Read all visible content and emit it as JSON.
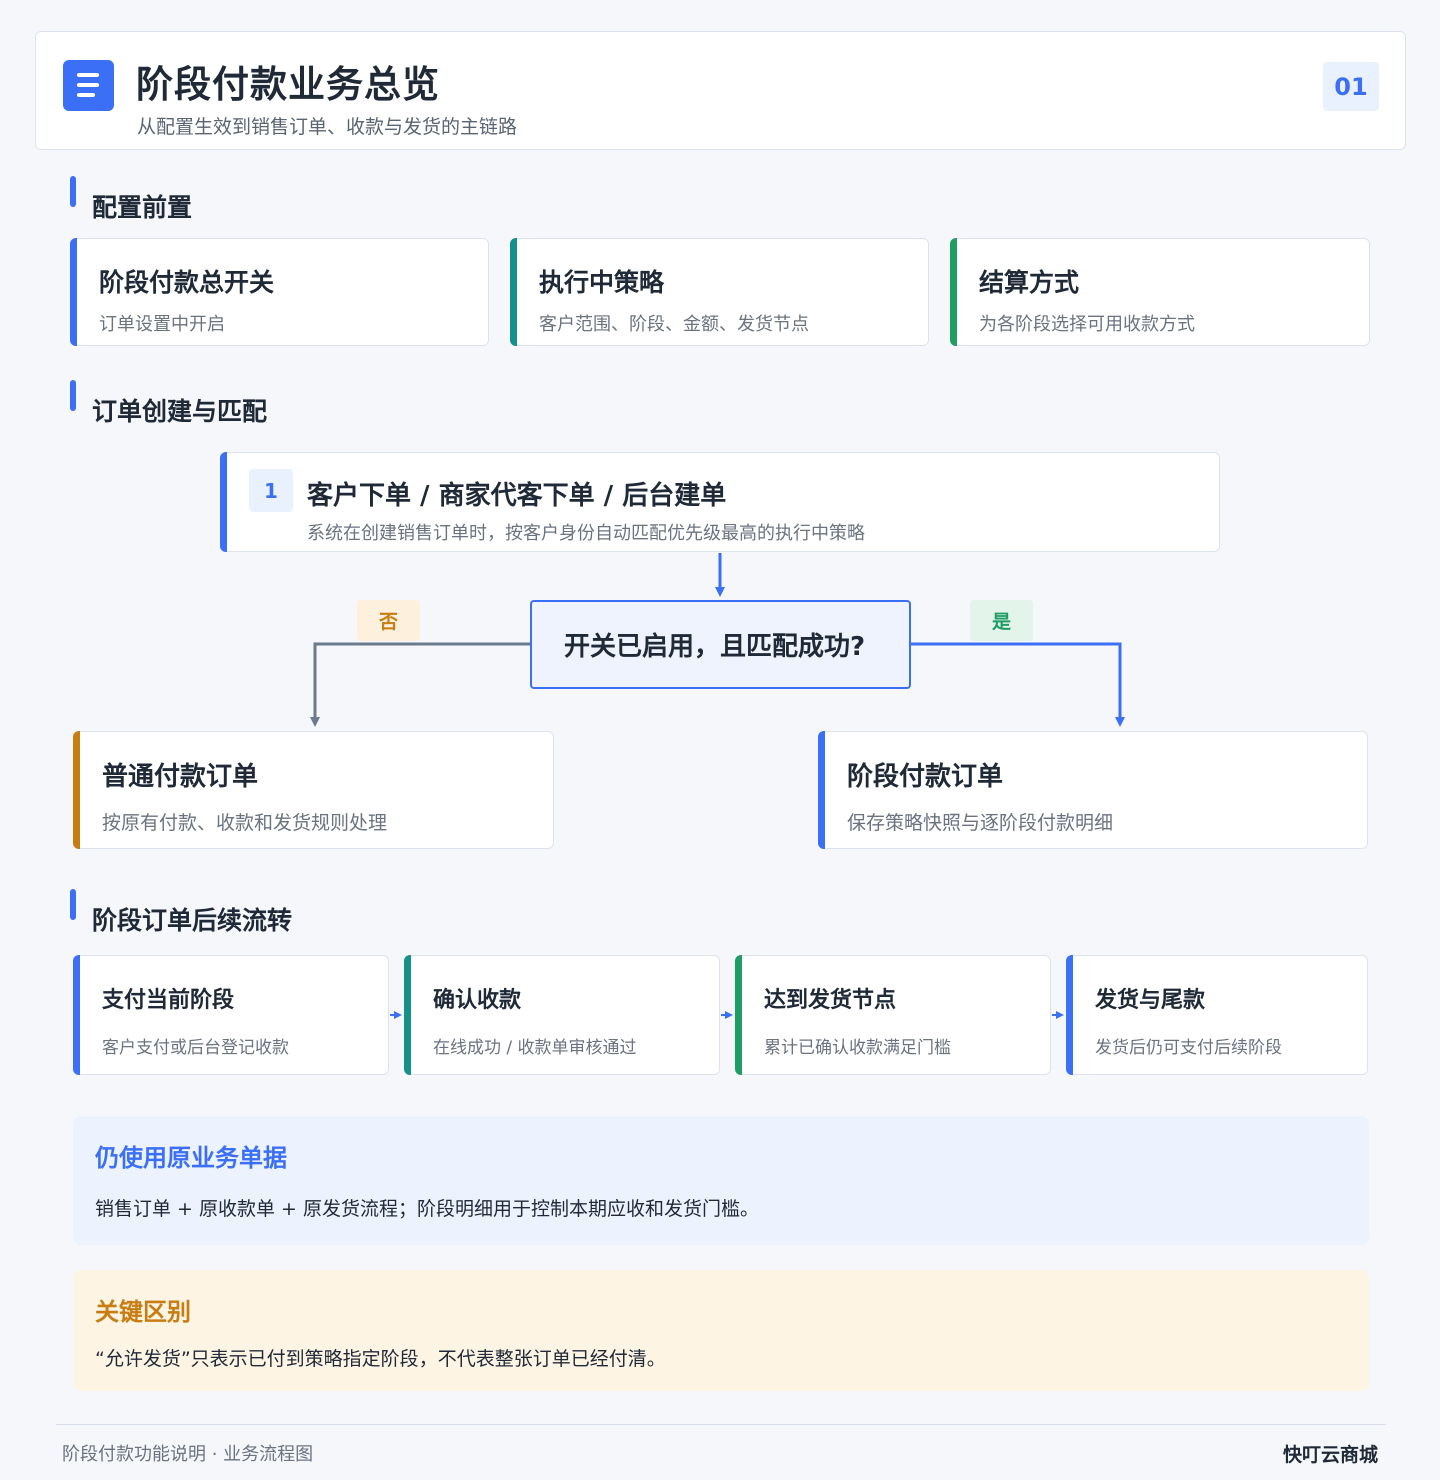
{
  "header": {
    "title": "阶段付款业务总览",
    "subtitle": "从配置生效到销售订单、收款与发货的主链路",
    "page_number": "01"
  },
  "sections": {
    "config": "配置前置",
    "order": "订单创建与匹配",
    "followup": "阶段订单后续流转"
  },
  "config_cards": [
    {
      "title": "阶段付款总开关",
      "desc": "订单设置中开启"
    },
    {
      "title": "执行中策略",
      "desc": "客户范围、阶段、金额、发货节点"
    },
    {
      "title": "结算方式",
      "desc": "为各阶段选择可用收款方式"
    }
  ],
  "create_step": {
    "number": "1",
    "title": "客户下单 / 商家代客下单 / 后台建单",
    "desc": "系统在创建销售订单时，按客户身份自动匹配优先级最高的执行中策略"
  },
  "decision": {
    "question": "开关已启用，且匹配成功?",
    "no_label": "否",
    "yes_label": "是"
  },
  "outcomes": {
    "normal": {
      "title": "普通付款订单",
      "desc": "按原有付款、收款和发货规则处理"
    },
    "staged": {
      "title": "阶段付款订单",
      "desc": "保存策略快照与逐阶段付款明细"
    }
  },
  "flow_steps": [
    {
      "title": "支付当前阶段",
      "desc": "客户支付或后台登记收款"
    },
    {
      "title": "确认收款",
      "desc": "在线成功 / 收款单审核通过"
    },
    {
      "title": "达到发货节点",
      "desc": "累计已确认收款满足门槛"
    },
    {
      "title": "发货与尾款",
      "desc": "发货后仍可支付后续阶段"
    }
  ],
  "notes": {
    "docs": {
      "title": "仍使用原业务单据",
      "desc": "销售订单 + 原收款单 + 原发货流程；阶段明细用于控制本期应收和发货门槛。"
    },
    "difference": {
      "title": "关键区别",
      "desc": "“允许发货”只表示已付到策略指定阶段，不代表整张订单已经付清。"
    }
  },
  "footer": {
    "left": "阶段付款功能说明 · 业务流程图",
    "right": "快叮云商城"
  },
  "colors": {
    "accent": "#3b6ff5",
    "teal": "#14918c",
    "green": "#1f9d64",
    "orange": "#c77d12",
    "gray_line": "#6b7a8c"
  }
}
